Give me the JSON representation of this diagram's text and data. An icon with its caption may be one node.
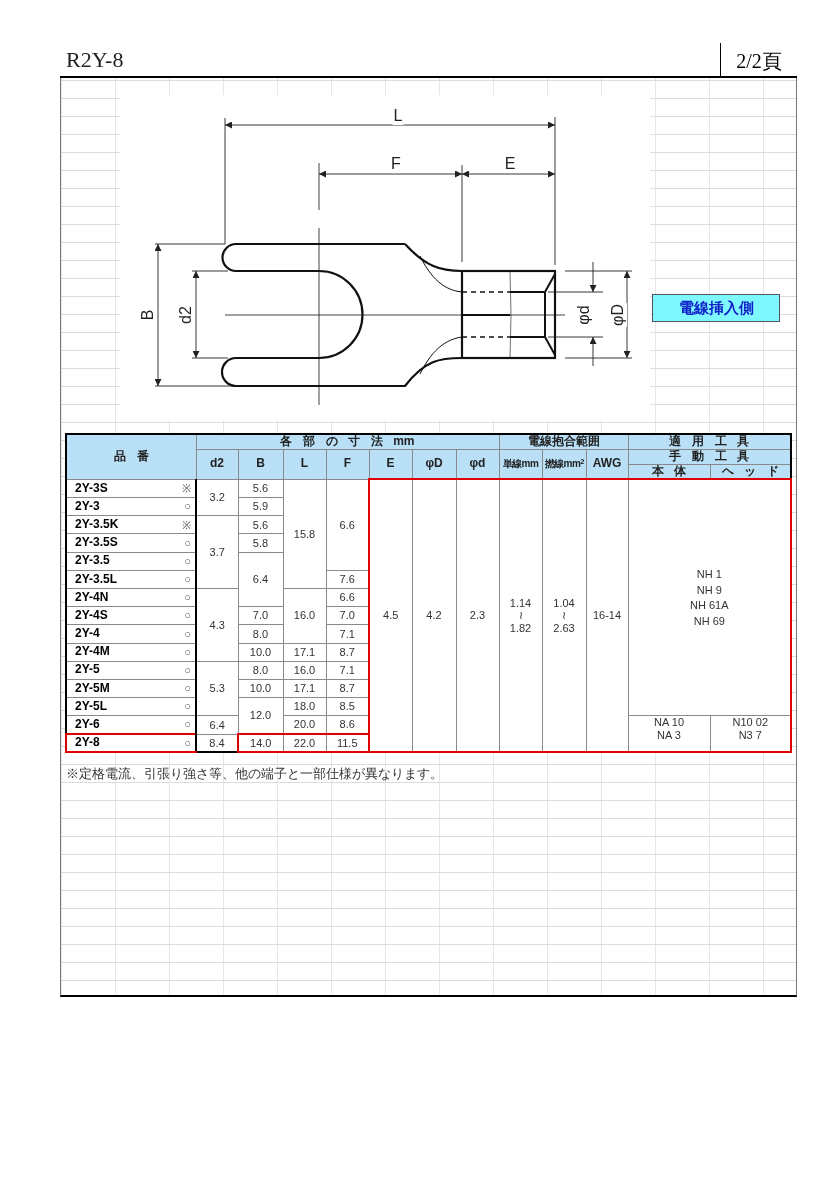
{
  "diagram": {
    "title": "R2Y-8",
    "nodes": [
      {
        "text": [
          "電線挿入側"
        ]
      }
    ],
    "labels": [
      "2/2頁",
      "L",
      "F",
      "E",
      "B",
      "d2",
      "φd",
      "φD",
      "各 部 の 寸 法 mm",
      "電線抱合範囲",
      "適 用 工 具",
      "品 番",
      "手 動 工 具",
      "d2",
      "B",
      "L",
      "F",
      "E",
      "φD",
      "φd",
      "単線mm",
      "撚線mm$^{2}$",
      "AWG",
      "本 体",
      "ヘ ッ ド",
      "2Y-3S",
      "※",
      "5.6",
      "3.2",
      "2Y-3",
      "○",
      "5.9",
      "2Y-3.5K",
      "※",
      "5.6",
      "6.6",
      "15.8",
      "2Y-3.5S",
      "○",
      "5.8",
      "3.7",
      "2Y-3.5",
      "○",
      "2Y-3.5L",
      "○",
      "6.4",
      "7.6",
      "2Y-4N",
      "○",
      "6.6",
      "NH 1",
      "NH 9",
      "NH 61A",
      "NH 69",
      "2Y-4S",
      "○",
      "7.0",
      "16.0",
      "7.0",
      "4.5",
      "4.2",
      "2.3",
      "1.14",
      "≀",
      "1.82",
      "1.04",
      "≀",
      "2.63",
      "16-14",
      "4.3",
      "2Y-4",
      "○",
      "8.0",
      "7.1",
      "2Y-4M",
      "○",
      "10.0",
      "17.1",
      "8.7",
      "2Y-5",
      "○",
      "8.0",
      "16.0",
      "7.1",
      "2Y-5M",
      "○",
      "5.3",
      "10.0",
      "17.1",
      "8.7",
      "2Y-5L",
      "○",
      "18.0",
      "8.5",
      "12.0",
      "2Y-6",
      "○",
      "6.4",
      "20.0",
      "8.6",
      "NA 10",
      "NA 3",
      "N10 02",
      "N3 7",
      "2Y-8",
      "○",
      "8.4",
      "14.0",
      "22.0",
      "11.5",
      "※定格電流、引張り強さ等、他の端子と一部仕様が異なります。"
    ]
  }
}
